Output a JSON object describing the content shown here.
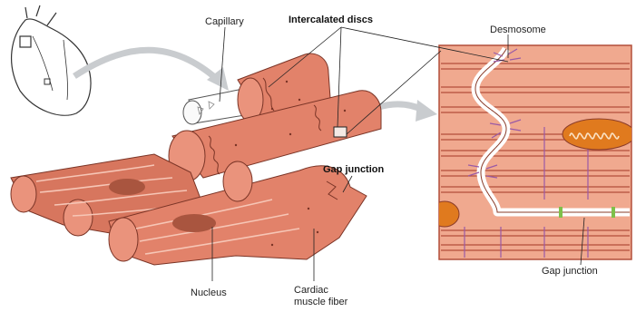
{
  "labels": {
    "capillary": "Capillary",
    "intercalated_discs": "Intercalated discs",
    "desmosome": "Desmosome",
    "gap_junction_main": "Gap junction",
    "gap_junction_inset": "Gap junction",
    "nucleus": "Nucleus",
    "cardiac_line1": "Cardiac",
    "cardiac_line2": "muscle fiber"
  },
  "colors": {
    "muscle": "#e2826a",
    "muscle_dark": "#b95a46",
    "inset_bg": "#f0a98f",
    "inset_border": "#b24f3a",
    "myofibril": "#b24f3a",
    "desmosome_fiber": "#9a5aa6",
    "gap_junction": "#7ec04a",
    "mitochondrion": "#e07a1e"
  }
}
